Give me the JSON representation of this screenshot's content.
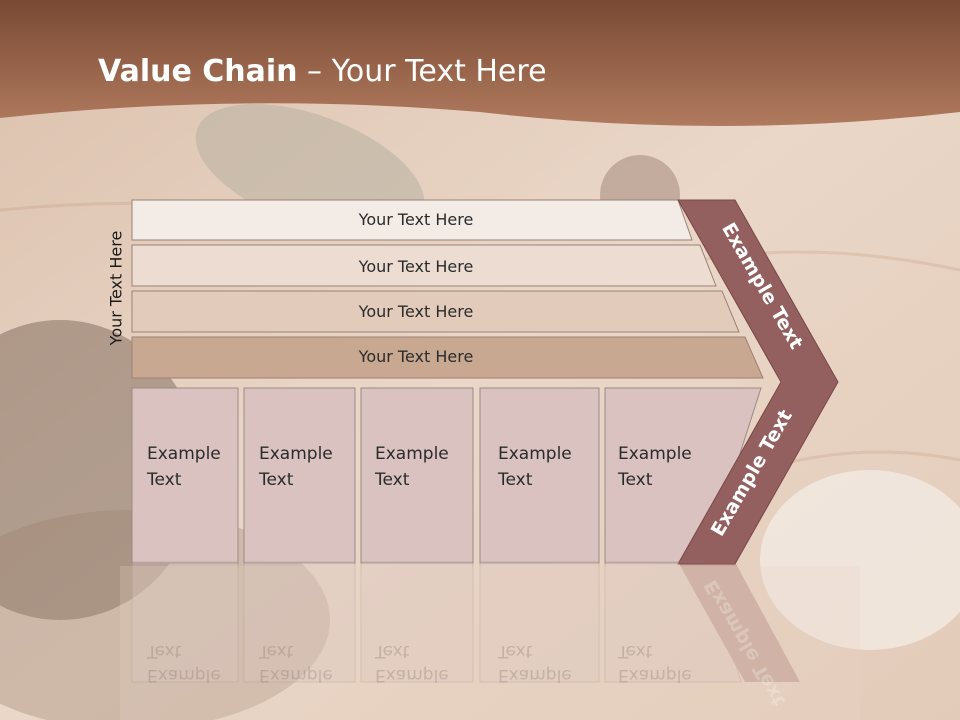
{
  "header": {
    "title_bold": "Value Chain",
    "title_rest": " – Your Text Here"
  },
  "diagram": {
    "side_label": "Your Text Here",
    "rows": [
      "Your Text Here",
      "Your Text Here",
      "Your Text Here",
      "Your Text Here"
    ],
    "boxes": [
      [
        "Example",
        "Text"
      ],
      [
        "Example",
        "Text"
      ],
      [
        "Example",
        "Text"
      ],
      [
        "Example",
        "Text"
      ],
      [
        "Example",
        "Text"
      ]
    ],
    "arrow_upper": "Example Text",
    "arrow_lower": "Example Text"
  },
  "colors": {
    "header_band": "#8c5a44",
    "row1": "#f3ebe6",
    "row2": "#ecdcd2",
    "row3": "#e2cbbb",
    "row4": "#c9a892",
    "box": "#d9c2c0",
    "arrow": "#935f5f"
  }
}
